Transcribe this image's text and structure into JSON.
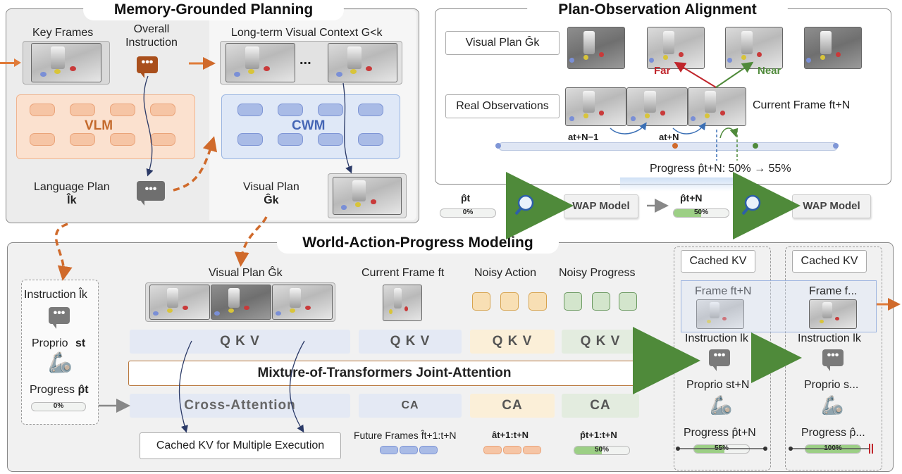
{
  "mgp": {
    "title": "Memory-Grounded Planning",
    "key_frames": "Key Frames",
    "overall_instruction": "Overall Instruction",
    "long_term_context": "Long-term Visual Context G<k",
    "ellipsis": "...",
    "vlm": "VLM",
    "cwm": "CWM",
    "language_plan": "Language Plan",
    "language_plan_sym": "l̂k",
    "visual_plan": "Visual Plan",
    "visual_plan_sym": "Ĝk",
    "bubble_dots": "•••"
  },
  "poa": {
    "title": "Plan-Observation Alignment",
    "visual_plan": "Visual Plan Ĝk",
    "real_observations": "Real Observations",
    "far": "Far",
    "near": "Near",
    "current_frame": "Current Frame ft+N",
    "a1": "at+N−1",
    "a2": "at+N",
    "progress_text": "Progress p̂t+N: 50% → 55%",
    "p_t": "p̂t",
    "p_t_bar": "0%",
    "wap_model_1": "WAP Model",
    "p_tN": "p̂t+N",
    "p_tN_bar": "50%",
    "wap_model_2": "WAP Model"
  },
  "wapm": {
    "title": "World-Action-Progress Modeling",
    "instruction": "Instruction l̂k",
    "proprio": "Proprio",
    "proprio_sym": "st",
    "progress": "Progress",
    "progress_sym": "p̂t",
    "progress_bar": "0%",
    "visual_plan": "Visual Plan Ĝk",
    "current_frame": "Current Frame ft",
    "noisy_action": "Noisy Action",
    "noisy_progress": "Noisy Progress",
    "qkv": "Q K V",
    "mot": "Mixture-of-Transformers Joint-Attention",
    "cross_attention": "Cross-Attention",
    "ca": "CA",
    "cached_kv_multi": "Cached KV for Multiple Execution",
    "future_frames": "Future Frames f̂t+1:t+N",
    "a_hat": "ât+1:t+N",
    "p_hat": "p̂t+1:t+N",
    "p_hat_bar": "50%",
    "cached_kv_1": "Cached KV",
    "frame_1": "Frame ft+N",
    "instruction_1": "Instruction lk",
    "proprio_1": "Proprio st+N",
    "progress_1": "Progress p̂t+N",
    "progress_1_bar": "55%",
    "cached_kv_2": "Cached KV",
    "frame_2": "Frame f...",
    "instruction_2": "Instruction lk",
    "proprio_2": "Proprio s...",
    "progress_2": "Progress p̂...",
    "progress_2_bar": "100%"
  },
  "progress_values": {
    "p_t": 0.0,
    "p_tN": 0.5,
    "p_hat": 0.5,
    "step1": 0.55,
    "step2": 1.0
  },
  "colors": {
    "orange_arrow": "#e07b39",
    "green_arrow": "#5a8f3a",
    "far": "#c0252b",
    "near": "#4f8a3a"
  }
}
